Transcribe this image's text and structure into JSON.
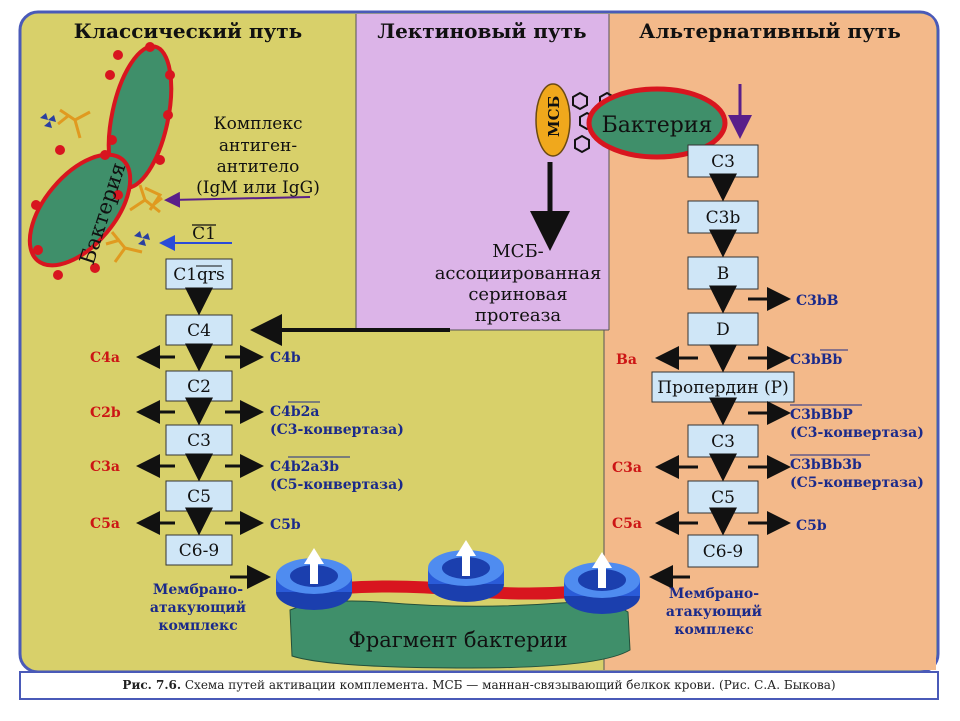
{
  "headers": {
    "classical": "Классический путь",
    "lectin": "Лектиновый путь",
    "alternative": "Альтернативный путь"
  },
  "classical": {
    "bacteria_label": "Бактерия",
    "complex_label": [
      "Комплекс",
      "антиген-",
      "антитело",
      "(IgM или IgG)"
    ],
    "c1_label": "C1",
    "boxes": [
      "C1qrs",
      "C4",
      "C2",
      "C3",
      "C5",
      "C6-9"
    ],
    "left_products": [
      "C4a",
      "C2b",
      "C3a",
      "C5a"
    ],
    "right_products": [
      "C4b",
      "C4b2a",
      "(C3-конвертаза)",
      "C4b2a3b",
      "(C5-конвертаза)",
      "C5b"
    ],
    "mac_label": [
      "Мембрано-",
      "атакующий",
      "комплекс"
    ]
  },
  "lectin": {
    "msb_label": "МСБ",
    "bacteria_label": "Бактерия",
    "protease_label": [
      "МСБ-",
      "ассоциированная",
      "сериновая",
      "протеаза"
    ]
  },
  "alternative": {
    "boxes": [
      "C3",
      "C3b",
      "B",
      "D",
      "Пропердин (P)",
      "C3",
      "C5",
      "C6-9"
    ],
    "left_products": [
      "Ba",
      "C3a",
      "C5a"
    ],
    "right_products": [
      "C3bB",
      "C3bBb",
      "C3bBbP",
      "(C3-конвертаза)",
      "C3bBb3b",
      "(C5-конвертаза)",
      "C5b"
    ],
    "mac_label": [
      "Мембрано-",
      "атакующий",
      "комплекс"
    ]
  },
  "membrane": {
    "fragment_label": "Фрагмент бактерии"
  },
  "caption": {
    "bold": "Рис. 7.6.",
    "text": " Схема путей активации комплемента. МСБ — маннан-связывающий белкок крови. (Рис. С.А. Быкова)"
  },
  "colors": {
    "classical_bg": "#d8d06a",
    "lectin_bg": "#dcb4e8",
    "alternative_bg": "#f3b98a",
    "bacteria_fill": "#3f8f6a",
    "bacteria_border": "#d8151f",
    "box_fill": "#cfe6f7",
    "red_text": "#cc1515",
    "blue_text": "#1b2a8a",
    "frame": "#4a5ab8"
  }
}
